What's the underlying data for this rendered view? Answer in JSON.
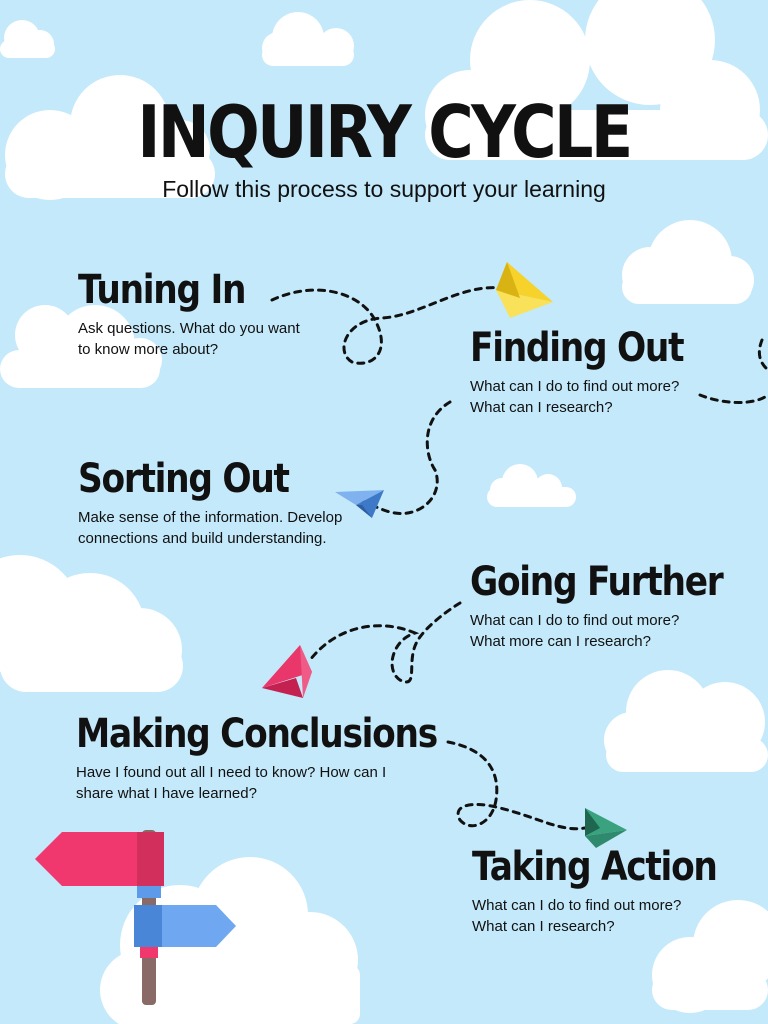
{
  "header": {
    "title": "INQUIRY CYCLE",
    "subtitle": "Follow this process to support your learning"
  },
  "steps": [
    {
      "title": "Tuning In",
      "text": "Ask questions. What do you want\nto know more about?"
    },
    {
      "title": "Finding Out",
      "text": "What can I do to find out more?\nWhat can I research?"
    },
    {
      "title": "Sorting Out",
      "text": "Make sense of the information. Develop\nconnections and build understanding."
    },
    {
      "title": "Going Further",
      "text": "What can I do to find out more?\nWhat more can I research?"
    },
    {
      "title": "Making Conclusions",
      "text": "Have I found out all I need to know? How can I\nshare what I have learned?"
    },
    {
      "title": "Taking Action",
      "text": "What can I do to find out more?\nWhat can I research?"
    }
  ],
  "colors": {
    "sky": "#c4e9fa",
    "cloud": "#ffffff",
    "plane_yellow": "#f6d22a",
    "plane_blue": "#5b96e0",
    "plane_pink": "#e9376b",
    "plane_green": "#2f8a6d",
    "sign_red": "#f0386e",
    "sign_blue": "#5d9bea",
    "post": "#8a6a66"
  },
  "icons": [
    "cloud-icon",
    "paper-plane-icon",
    "signpost-icon"
  ]
}
